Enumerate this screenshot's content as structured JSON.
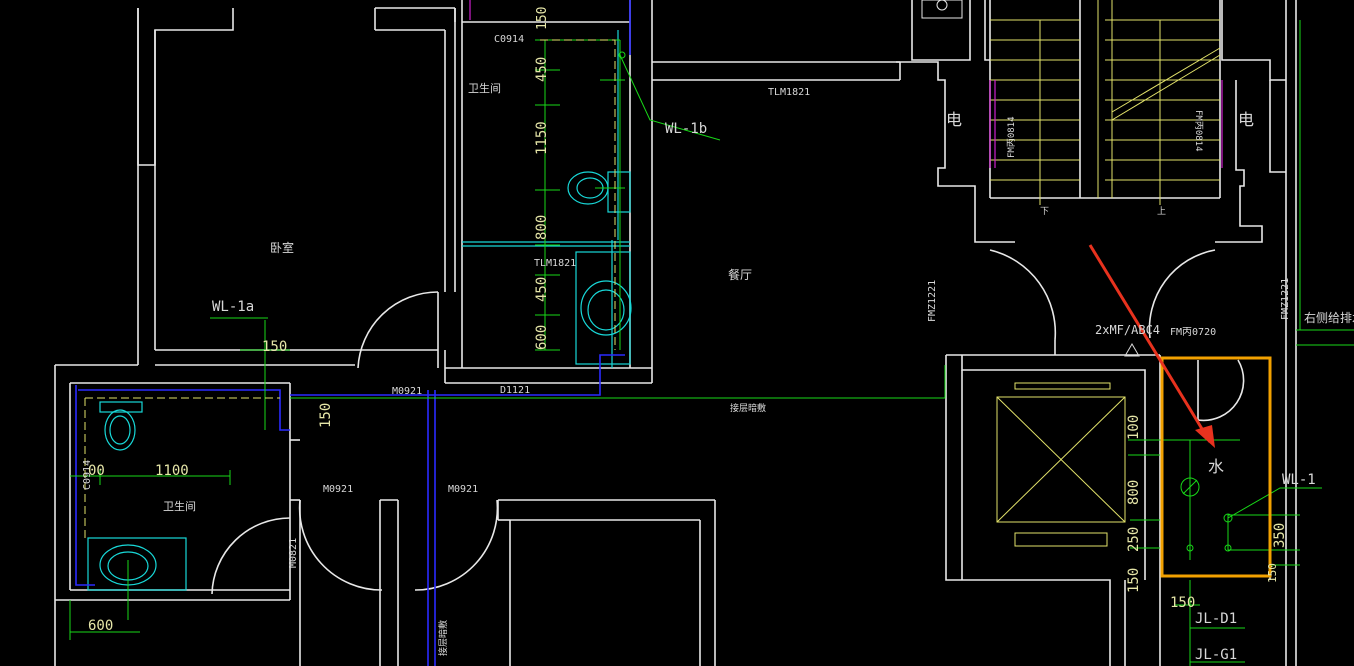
{
  "labels": {
    "c0914_top": "C0914",
    "toilet_top": "卫生间",
    "dim_150_top": "150",
    "dim_450_top": "450",
    "dim_1150": "1150",
    "dim_800_mid": "800",
    "dim_450_mid": "450",
    "dim_600_mid": "600",
    "wl_1b": "WL-1b",
    "tlm1821_top": "TLM1821",
    "tlm1821_mid": "TLM1821",
    "bedroom": "卧室",
    "living": "餐厅",
    "wl_1a": "WL-1a",
    "dim_150_left": "150",
    "dim_150_left_v": "150",
    "m0921_a": "M0921",
    "d1121": "D1121",
    "floor_note": "接层暗敷",
    "c0914_left": "C0914",
    "dim_1100": "1100",
    "toilet_left": "卫生间",
    "m0921_b": "M0921",
    "m0921_c": "M0921",
    "m0821": "M0821",
    "dim_600_bottom": "600",
    "floor_note_v": "接层暗敷",
    "elec_left": "电",
    "elec_right": "电",
    "fm_door_left": "FM丙0814",
    "fm_door_right": "FM丙0814",
    "stair_down": "下",
    "stair_up": "上",
    "fmz1221_left": "FMZ1221",
    "fmz1221_right": "FMZ1221",
    "extinguisher": "2xMF/ABC4",
    "fm_0720": "FM丙0720",
    "right_note": "右侧给排水",
    "water": "水",
    "wl_1": "WL-1",
    "dim_100": "100",
    "dim_800_right": "800",
    "dim_250": "250",
    "dim_150_right_v": "150",
    "dim_350": "350",
    "dim_150_corner": "150",
    "dim_150_bottom": "150",
    "jl_d1": "JL-D1",
    "jl_g1": "JL-G1"
  },
  "colors": {
    "background": "#000000",
    "wall": "#e8e8e8",
    "water_pipe": "#18d818",
    "drain_pipe": "#2a2aff",
    "fixture": "#18d8d8",
    "dimension": "#e2e26a",
    "highlight_box": "#f2a100",
    "arrow": "#e8321e"
  }
}
